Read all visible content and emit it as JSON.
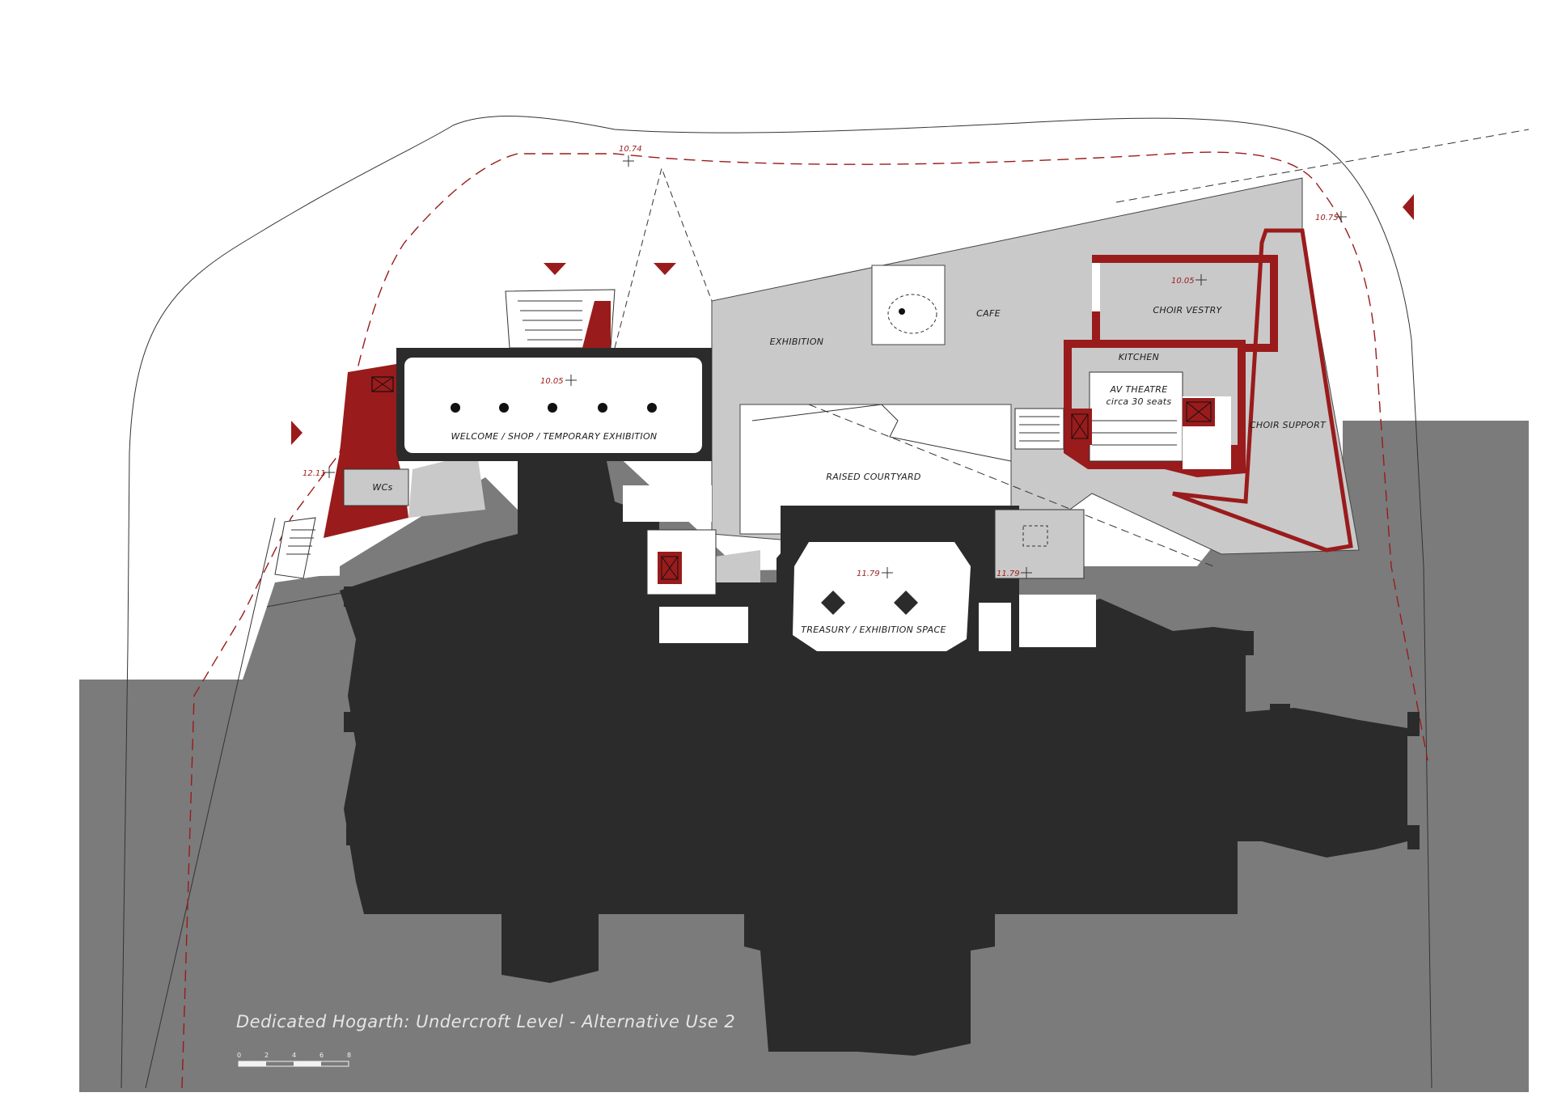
{
  "title": "Dedicated Hogarth: Undercroft Level - Alternative Use 2",
  "rooms": {
    "welcome": "WELCOME / SHOP / TEMPORARY EXHIBITION",
    "wcs": "WCs",
    "exhibition": "EXHIBITION",
    "cafe": "CAFE",
    "choir_vestry": "CHOIR VESTRY",
    "kitchen": "KITCHEN",
    "av_theatre_1": "AV THEATRE",
    "av_theatre_2": "circa 30 seats",
    "choir_support": "CHOIR SUPPORT",
    "raised_courtyard": "RAISED COURTYARD",
    "treasury": "TREASURY / EXHIBITION SPACE"
  },
  "levels": {
    "top": "10.74",
    "right": "10.75",
    "left": "12.11",
    "welcome": "10.05",
    "vestry": "10.05",
    "treasury": "11.79",
    "east": "11.79"
  },
  "scale_bar": {
    "ticks": [
      "0",
      "2",
      "4",
      "6",
      "8"
    ]
  },
  "colors": {
    "cathedral": "#2b2b2b",
    "ground": "#7b7b7b",
    "new_build": "#c9c9c9",
    "accent": "#9a1b1b"
  }
}
